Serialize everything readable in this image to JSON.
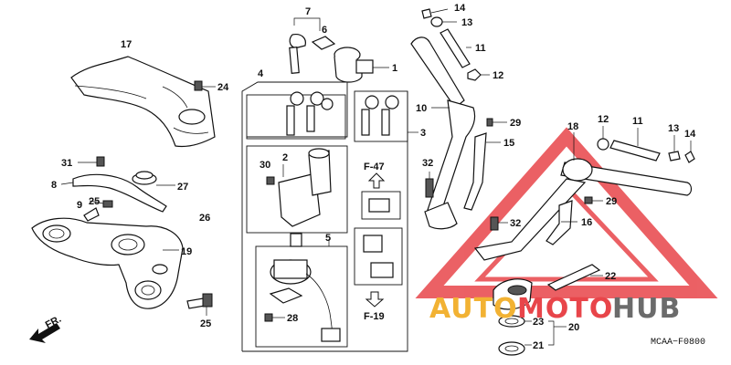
{
  "diagram": {
    "callouts": [
      "1",
      "2",
      "3",
      "4",
      "5",
      "6",
      "7",
      "8",
      "9",
      "10",
      "11",
      "12",
      "13",
      "14",
      "15",
      "16",
      "17",
      "18",
      "19",
      "20",
      "21",
      "22",
      "23",
      "24",
      "25",
      "26",
      "27",
      "28",
      "29",
      "30",
      "31",
      "32"
    ],
    "references": {
      "f47": "F-47",
      "f19": "F-19"
    },
    "direction_label": "FR.",
    "drawing_code": "MCAA−F0800",
    "watermark": {
      "text_a": "AUTO",
      "text_b": "MOTO",
      "text_c": "HUB",
      "colors": {
        "orange": "#f2b233",
        "red": "#e8454a",
        "gray": "#6b6b6b"
      }
    }
  }
}
